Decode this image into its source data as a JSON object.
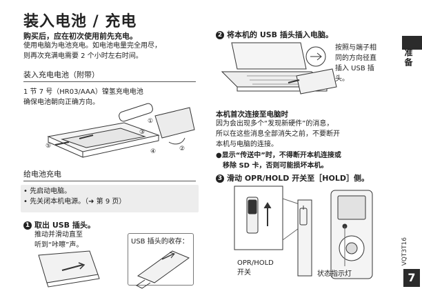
{
  "title": "装入电池 / 充电",
  "subtitle": "购买后，应在初次使用前先充电。",
  "intro": [
    "使用电脑为电池充电。如电池电量完全用尽，",
    "则再次充满电需要 2 个小时左右时间。"
  ],
  "insert_battery": {
    "heading": "装入充电电池（附带）",
    "lines": [
      "1 节 7 号（HR03/AAA）镍氢充电电池",
      "确保电池朝向正确方向。"
    ],
    "callouts": [
      "①",
      "②",
      "③",
      "④",
      "⑤"
    ]
  },
  "charge": {
    "heading": "给电池充电",
    "bullets": [
      "• 先启动电脑。",
      "• 先关闭本机电源。（➜ 第 9 页）"
    ],
    "step1": {
      "number": "1",
      "title": "取出 USB 插头。",
      "lines": [
        "推动并滑动直至",
        "听到“咔嚓”声。"
      ],
      "box_label": "USB 插头的收存："
    }
  },
  "right": {
    "step2": {
      "number": "2",
      "title": "将本机的 USB 插头插入电脑。",
      "lines": [
        "按照与端子相",
        "同的方向径直",
        "插入 USB 插",
        "头。"
      ]
    },
    "first_connect": {
      "title": "本机首次连接至电脑时",
      "lines": [
        "因为会出现多个“发现新硬件”的消息，",
        "所以在这些消息全部消失之前，不要断开",
        "本机与电脑的连接。"
      ],
      "warning": [
        "●显示“传送中”时，不得断开本机连接或",
        "　移除 SD 卡，否则可能损坏本机。"
      ]
    },
    "step3": {
      "number": "3",
      "title": "滑动 OPR/HOLD 开关至［HOLD］侧。",
      "switch_label": [
        "OPR/HOLD",
        "开关"
      ],
      "led_label": "状态指示灯"
    }
  },
  "side": {
    "tab_label": "准备",
    "page_code": "VQT3T16",
    "page_number": "7"
  }
}
